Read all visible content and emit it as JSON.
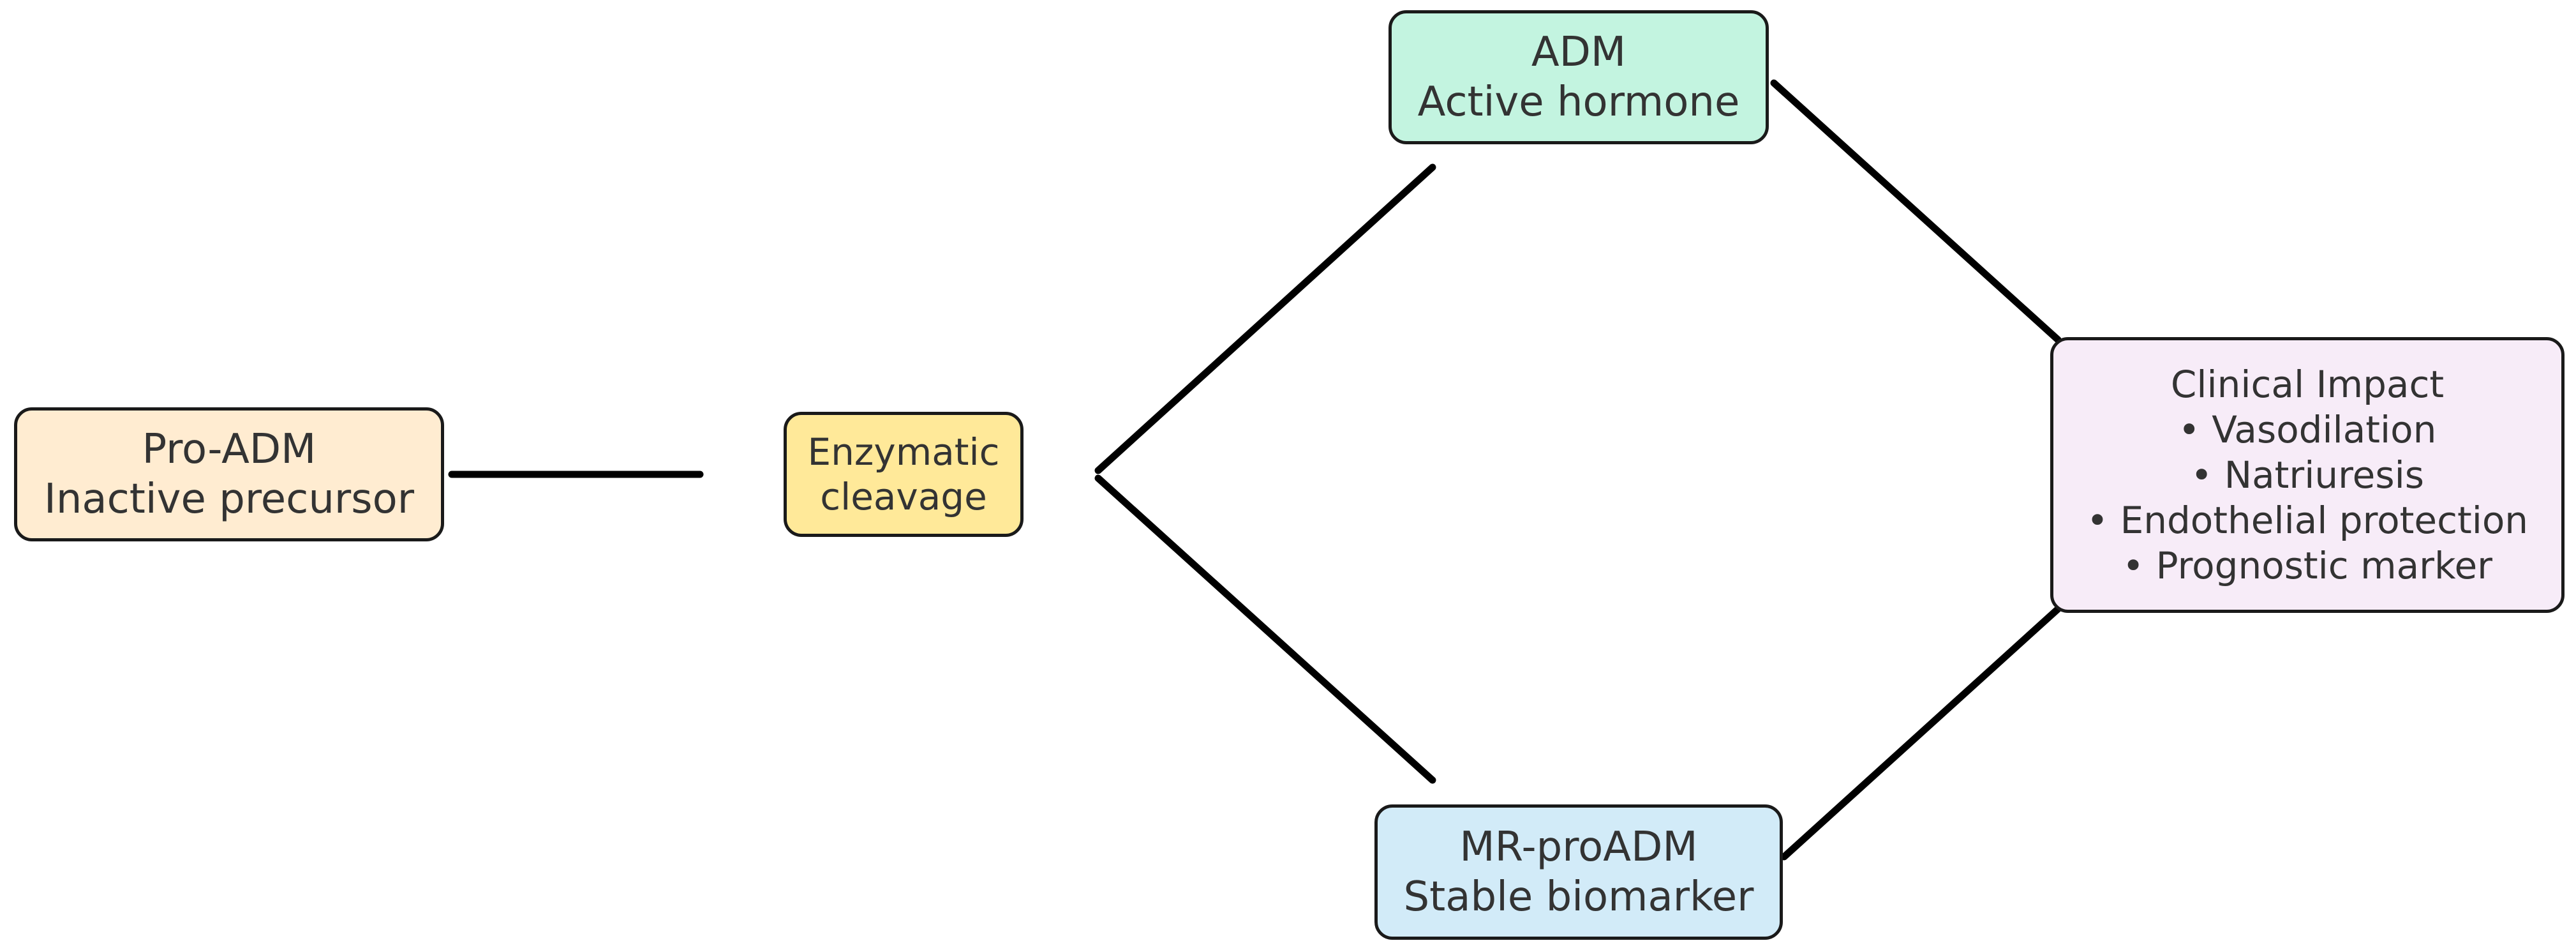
{
  "diagram": {
    "nodes": {
      "pro_adm": {
        "lines": [
          "Pro-ADM",
          "Inactive precursor"
        ],
        "fill": "#ffecd1"
      },
      "cleavage": {
        "lines": [
          "Enzymatic",
          "cleavage"
        ],
        "fill": "#ffe999"
      },
      "adm": {
        "lines": [
          "ADM",
          "Active hormone"
        ],
        "fill": "#c3f4e0"
      },
      "mr_proadm": {
        "lines": [
          "MR-proADM",
          "Stable biomarker"
        ],
        "fill": "#d2ebf8"
      },
      "clinical": {
        "lines": [
          "Clinical Impact",
          "• Vasodilation",
          "• Natriuresis",
          "• Endothelial protection",
          "• Prognostic marker"
        ],
        "fill": "#f7ecf8"
      }
    },
    "edge_color": "#000000",
    "edges": [
      {
        "from": "pro_adm",
        "to": "cleavage"
      },
      {
        "from": "cleavage",
        "to": "adm"
      },
      {
        "from": "cleavage",
        "to": "mr_proadm"
      },
      {
        "from": "adm",
        "to": "clinical"
      },
      {
        "from": "mr_proadm",
        "to": "clinical"
      }
    ]
  }
}
